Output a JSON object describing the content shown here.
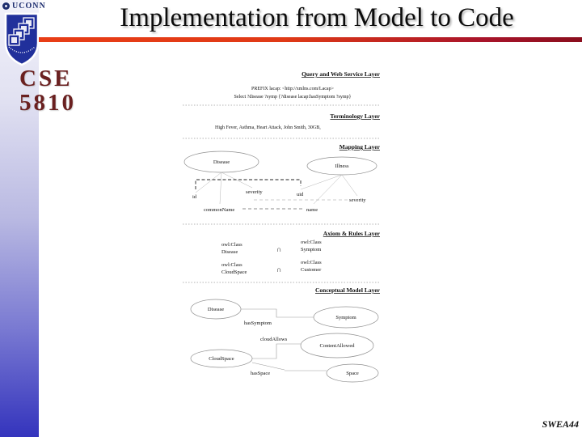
{
  "slide": {
    "logo": "UCONN",
    "course": [
      "CSE",
      "5810"
    ],
    "title": "Implementation from Model to Code",
    "footer": "SWEA44"
  },
  "diagram": {
    "headers": {
      "query": "Query and Web Service Layer",
      "terminology": "Terminology Layer",
      "mapping": "Mapping Layer",
      "axiom": "Axiom & Rules Layer",
      "conceptual": "Conceptual Model Layer"
    },
    "query_layer": {
      "sparql1": "PREFIX lacap: <http://xmlns.com/Lacap>",
      "sparql2": "Select ?disease ?symp {?disease lacap:hasSymptom ?symp}"
    },
    "terminology_layer": {
      "terms": "High Fever, Asthma, Heart Attack, John Smith, 30GB,"
    },
    "mapping_layer": {
      "entity_left": "Disease",
      "entity_right": "Illness",
      "attrs_left": {
        "id": "id",
        "severity": "severity",
        "common_name": "commonName"
      },
      "attrs_right": {
        "uid": "uid",
        "name": "name",
        "severity": "severity"
      }
    },
    "axiom_layer": {
      "rows": [
        {
          "left1": "owl:Class",
          "left2": "Disease",
          "op": "∩",
          "right1": "owl:Class",
          "right2": "Symptom"
        },
        {
          "left1": "owl:Class",
          "left2": "CloudSpace",
          "op": "∩",
          "right1": "owl:Class",
          "right2": "Customer"
        }
      ]
    },
    "conceptual_layer": {
      "disease": "Disease",
      "symptom": "Symptom",
      "has_symptom": "hasSymptom",
      "cloud_allows": "cloudAllows",
      "content_allowed": "ContentAllowed",
      "cloud_space": "CloudSpace",
      "has_space": "hasSpace",
      "space": "Space"
    }
  },
  "colors": {
    "strip_top": "#f1f1fa",
    "strip_bottom": "#3434bd",
    "rule_left": "#e83d16",
    "rule_right": "#8a0e1d",
    "course_code": "#6a2020",
    "shield_fill": "#21309b"
  }
}
